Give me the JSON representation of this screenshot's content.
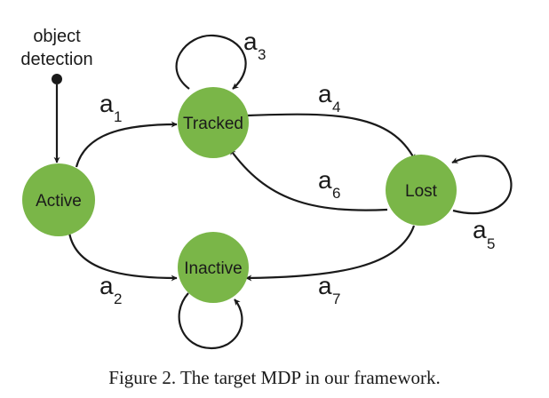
{
  "colors": {
    "node_fill": "#7ab648",
    "stroke": "#1a1a1a",
    "text": "#1a1a1a"
  },
  "source": {
    "line1": "object",
    "line2": "detection"
  },
  "states": {
    "active": "Active",
    "tracked": "Tracked",
    "lost": "Lost",
    "inactive": "Inactive"
  },
  "actions": {
    "a1": {
      "main": "a",
      "sub": "1"
    },
    "a2": {
      "main": "a",
      "sub": "2"
    },
    "a3": {
      "main": "a",
      "sub": "3"
    },
    "a4": {
      "main": "a",
      "sub": "4"
    },
    "a5": {
      "main": "a",
      "sub": "5"
    },
    "a6": {
      "main": "a",
      "sub": "6"
    },
    "a7": {
      "main": "a",
      "sub": "7"
    }
  },
  "caption": "Figure 2. The target MDP in our framework."
}
